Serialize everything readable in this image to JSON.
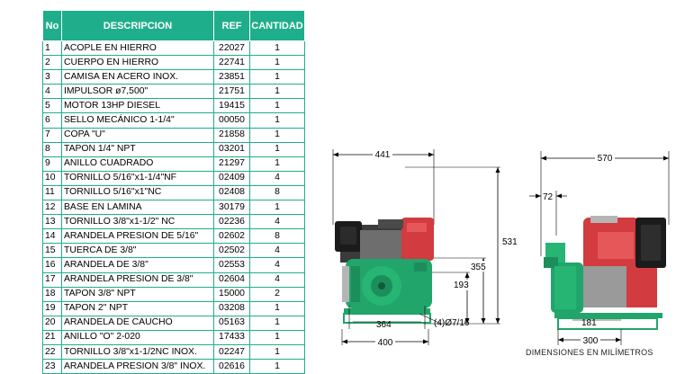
{
  "table": {
    "headers": {
      "no": "No",
      "description": "DESCRIPCION",
      "ref": "REF",
      "quantity": "CANTIDAD"
    },
    "rows": [
      {
        "no": "1",
        "description": "ACOPLE EN HIERRO",
        "ref": "22027",
        "qty": "1"
      },
      {
        "no": "2",
        "description": "CUERPO EN HIERRO",
        "ref": "22741",
        "qty": "1"
      },
      {
        "no": "3",
        "description": "CAMISA EN ACERO INOX.",
        "ref": "23851",
        "qty": "1"
      },
      {
        "no": "4",
        "description": "IMPULSOR ø7,500\"",
        "ref": "21751",
        "qty": "1"
      },
      {
        "no": "5",
        "description": "MOTOR 13HP DIESEL",
        "ref": "19415",
        "qty": "1"
      },
      {
        "no": "6",
        "description": "SELLO MECÁNICO 1-1/4\"",
        "ref": "00050",
        "qty": "1"
      },
      {
        "no": "7",
        "description": "COPA \"U\"",
        "ref": "21858",
        "qty": "1"
      },
      {
        "no": "8",
        "description": "TAPON 1/4\" NPT",
        "ref": "03201",
        "qty": "1"
      },
      {
        "no": "9",
        "description": "ANILLO CUADRADO",
        "ref": "21297",
        "qty": "1"
      },
      {
        "no": "10",
        "description": "TORNILLO 5/16\"x1-1/4\"NF",
        "ref": "02409",
        "qty": "4"
      },
      {
        "no": "11",
        "description": "TORNILLO 5/16\"x1\"NC",
        "ref": "02408",
        "qty": "8"
      },
      {
        "no": "12",
        "description": "BASE EN LAMINA",
        "ref": "30179",
        "qty": "1"
      },
      {
        "no": "13",
        "description": "TORNILLO 3/8\"x1-1/2\" NC",
        "ref": "02236",
        "qty": "4"
      },
      {
        "no": "14",
        "description": "ARANDELA PRESION DE 5/16\"",
        "ref": "02602",
        "qty": "8"
      },
      {
        "no": "15",
        "description": "TUERCA DE 3/8\"",
        "ref": "02502",
        "qty": "4"
      },
      {
        "no": "16",
        "description": "ARANDELA DE 3/8\"",
        "ref": "02553",
        "qty": "4"
      },
      {
        "no": "17",
        "description": "ARANDELA PRESION DE 3/8\"",
        "ref": "02604",
        "qty": "4"
      },
      {
        "no": "18",
        "description": "TAPON 3/8\" NPT",
        "ref": "15000",
        "qty": "2"
      },
      {
        "no": "19",
        "description": "TAPON 2\" NPT",
        "ref": "03208",
        "qty": "1"
      },
      {
        "no": "20",
        "description": "ARANDELA DE CAUCHO",
        "ref": "05163",
        "qty": "1"
      },
      {
        "no": "21",
        "description": "ANILLO \"O\" 2-020",
        "ref": "17433",
        "qty": "1"
      },
      {
        "no": "22",
        "description": "TORNILLO 3/8\"x1-1/2NC INOX.",
        "ref": "02247",
        "qty": "1"
      },
      {
        "no": "23",
        "description": "ARANDELA PRESION 3/8\" INOX.",
        "ref": "02616",
        "qty": "1"
      }
    ]
  },
  "front_view": {
    "width_top": "441",
    "height_total": "531",
    "height_outlet": "355",
    "height_inlet": "193",
    "base_width": "400",
    "holes_label": "(4)Ø7/16",
    "base_inner": "364"
  },
  "side_view": {
    "width_total": "570",
    "offset": "72",
    "base_inner": "181",
    "base_width": "300"
  },
  "footer": "DIMENSIONES EN MILÍMETROS",
  "colors": {
    "table_header": "#1fae8b",
    "pump_green": "#21a56b",
    "motor_red": "#d23b3f"
  }
}
